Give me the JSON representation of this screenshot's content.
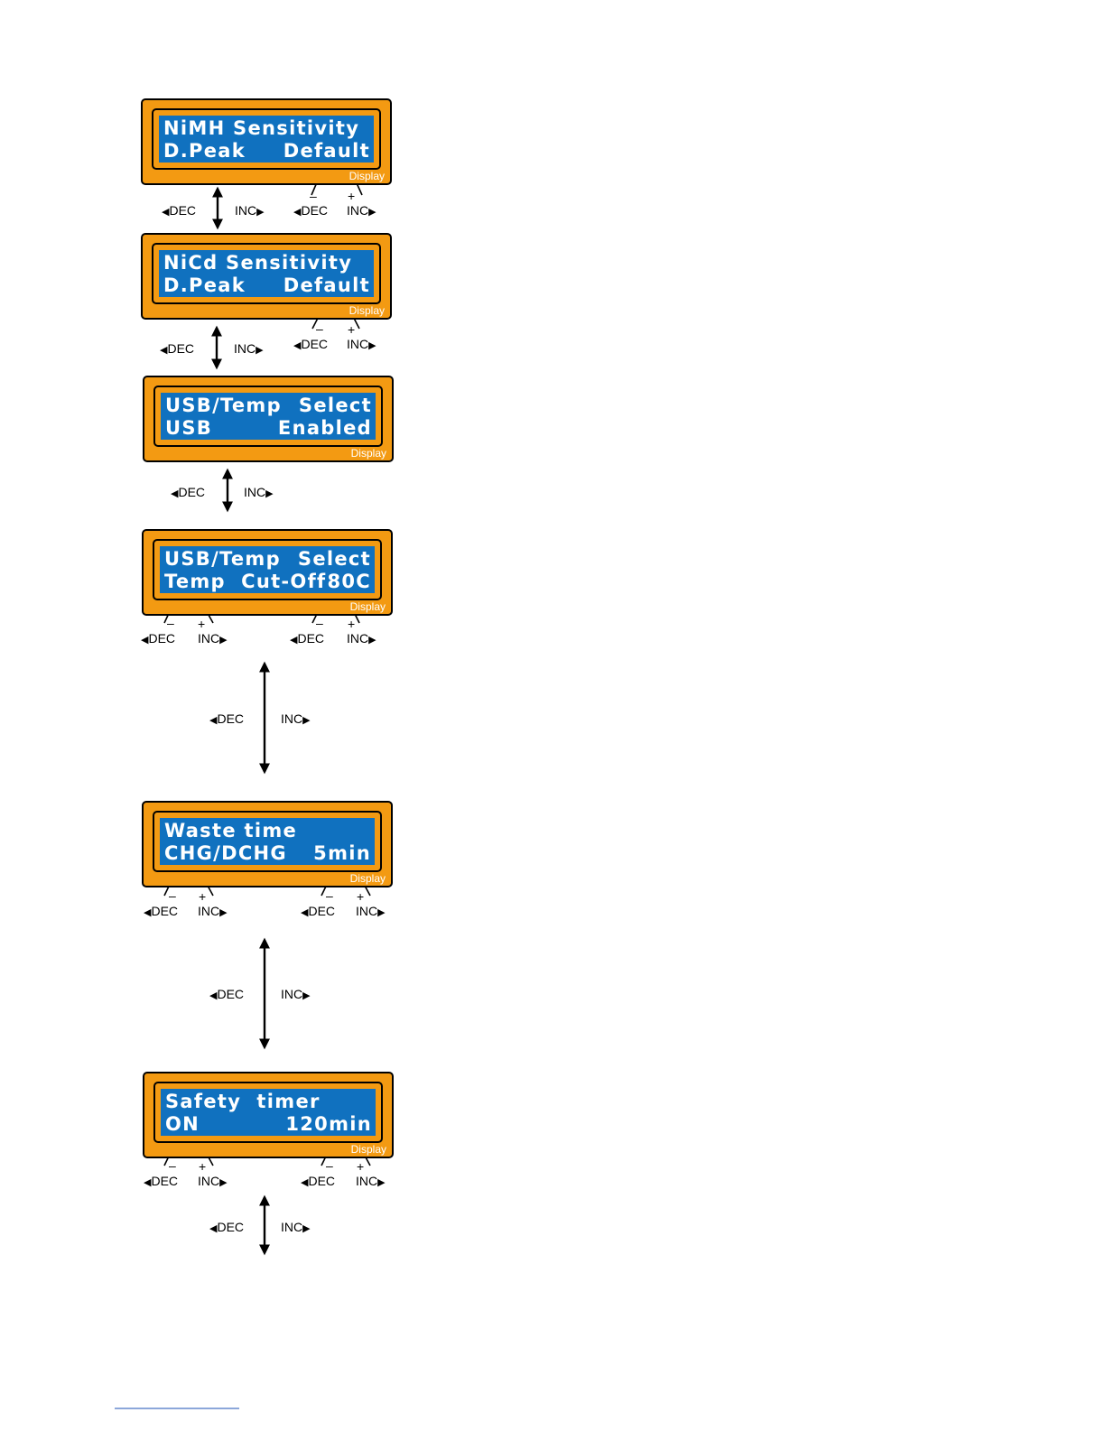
{
  "screens": [
    {
      "line1": [
        "NiMH Sensitivity",
        ""
      ],
      "line2": [
        "D.Peak",
        "Default"
      ],
      "display_label": "Display"
    },
    {
      "line1": [
        "NiCd Sensitivity",
        ""
      ],
      "line2": [
        "D.Peak",
        "Default"
      ],
      "display_label": "Display"
    },
    {
      "line1": [
        "USB/Temp",
        "Select"
      ],
      "line2": [
        "USB",
        "Enabled"
      ],
      "display_label": "Display"
    },
    {
      "line1": [
        "USB/Temp",
        "Select"
      ],
      "line2": [
        "Temp  Cut-Off",
        "80C"
      ],
      "display_label": "Display"
    },
    {
      "line1": [
        "Waste time",
        ""
      ],
      "line2": [
        "CHG/DCHG",
        "5min"
      ],
      "display_label": "Display"
    },
    {
      "line1": [
        "Safety  timer",
        ""
      ],
      "line2": [
        "ON",
        "120min"
      ],
      "display_label": "Display"
    }
  ],
  "buttons": {
    "dec": "DEC",
    "inc": "INC",
    "dec_arrow": "◀",
    "inc_arrow": "▶",
    "minus": "–",
    "plus": "+"
  }
}
